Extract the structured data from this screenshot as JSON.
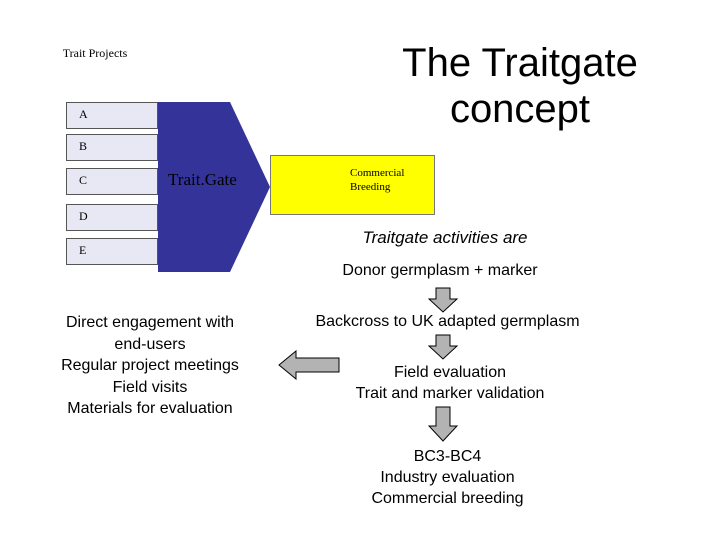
{
  "title": "The Traitgate concept",
  "projects": {
    "label": "Trait Projects",
    "items": [
      "A",
      "B",
      "C",
      "D",
      "E"
    ]
  },
  "gate_label": "Trait.Gate",
  "commercial_label": "Commercial Breeding",
  "activities_heading": "Traitgate activities are",
  "steps": [
    [
      "Donor germplasm + marker"
    ],
    [
      "Backcross to UK adapted germplasm"
    ],
    [
      "Field evaluation",
      "Trait and marker validation"
    ],
    [
      "BC3-BC4",
      "Industry evaluation",
      "Commercial breeding"
    ]
  ],
  "engagement": [
    "Direct engagement with",
    "end-users",
    "Regular project meetings",
    "Field visits",
    "Materials for evaluation"
  ],
  "colors": {
    "gate_fill": "#333399",
    "commercial_fill": "#ffff00",
    "project_box_fill": "#e7e8f3",
    "arrow_fill": "#b3b3b3"
  }
}
